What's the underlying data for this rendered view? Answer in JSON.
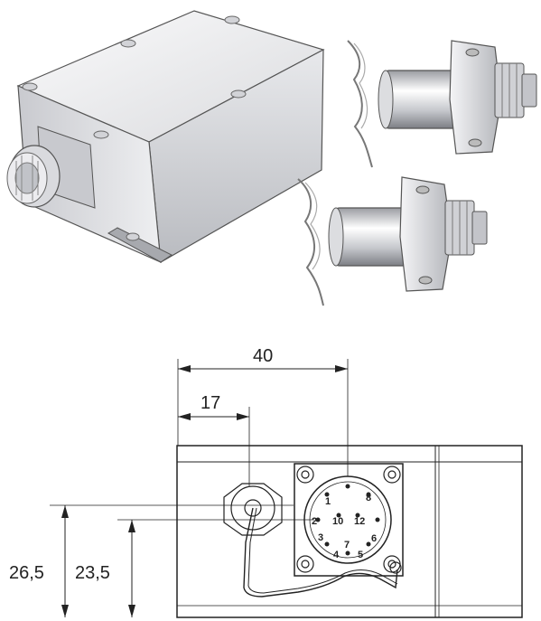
{
  "dimensions": {
    "width_total": "40",
    "width_to_connector": "17",
    "height_outer": "26,5",
    "height_inner": "23,5"
  },
  "connector_pins": [
    "1",
    "2",
    "3",
    "4",
    "5",
    "6",
    "7",
    "8",
    "10",
    "12"
  ],
  "colors": {
    "line": "#222222",
    "metal_light": "#f4f4f6",
    "metal_mid": "#cfd0d4",
    "metal_dark": "#8d8f95"
  }
}
